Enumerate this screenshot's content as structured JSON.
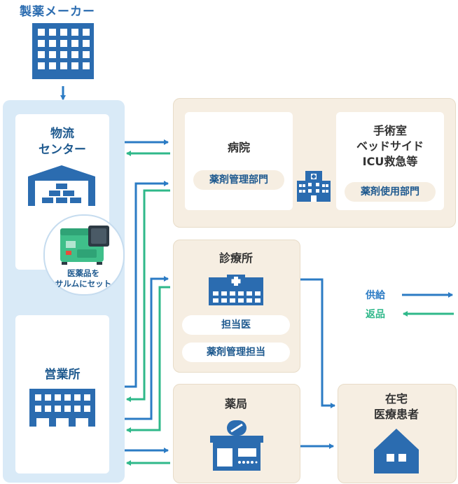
{
  "maker": {
    "label": "製薬メーカー"
  },
  "distribution_center": {
    "line1": "物流",
    "line2": "センター"
  },
  "device_caption": {
    "line1": "医薬品を",
    "line2": "サルムにセット"
  },
  "sales_office": {
    "label": "営業所"
  },
  "hospital": {
    "label": "病院",
    "dept": "薬剤管理部門",
    "ward_line1": "手術室",
    "ward_line2": "ベッドサイド",
    "ward_line3": "ICU救急等",
    "ward_dept": "薬剤使用部門"
  },
  "clinic": {
    "label": "診療所",
    "role1": "担当医",
    "role2": "薬剤管理担当"
  },
  "pharmacy": {
    "label": "薬局"
  },
  "home_patient": {
    "line1": "在宅",
    "line2": "医療患者"
  },
  "legend": {
    "supply": "供給",
    "return": "返品",
    "supply_color": "#2b7bc4",
    "return_color": "#2fb88a"
  }
}
